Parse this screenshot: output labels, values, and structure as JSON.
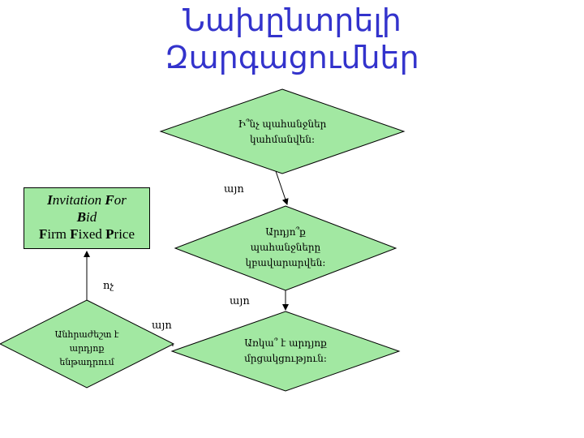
{
  "title": {
    "line1": "Նախընտրելի",
    "line2": "Զարգացումներ"
  },
  "colors": {
    "diamond_fill": "#a2e8a2",
    "box_fill": "#a2e8a2",
    "title": "#3333cc",
    "stroke": "#000000"
  },
  "nodes": {
    "d1": {
      "line1": "Ի՞նչ պահանջներ",
      "line2": "կահմանվեն:"
    },
    "d2": {
      "line1": "Արդյո՞ք",
      "line2": "պահանջները",
      "line3": "կբավարարվեն:"
    },
    "d3": {
      "line1": "Առկա՞ է արդյոք",
      "line2": "մրցակցություն:"
    },
    "d4": {
      "line1": "Անհրաժեշտ է",
      "line2": "արդյոք",
      "line3": "ենթադրում"
    },
    "box": {
      "l1a": "I",
      "l1b": "nvitation ",
      "l1c": "F",
      "l1d": "or",
      "l2a": "B",
      "l2b": "id",
      "l3a": "F",
      "l3b": "irm ",
      "l3c": "F",
      "l3d": "ixed ",
      "l3e": "P",
      "l3f": "rice"
    }
  },
  "edge_labels": {
    "yes1": "այո",
    "yes2": "այո",
    "yes3": "այո",
    "no1": "ոչ"
  }
}
